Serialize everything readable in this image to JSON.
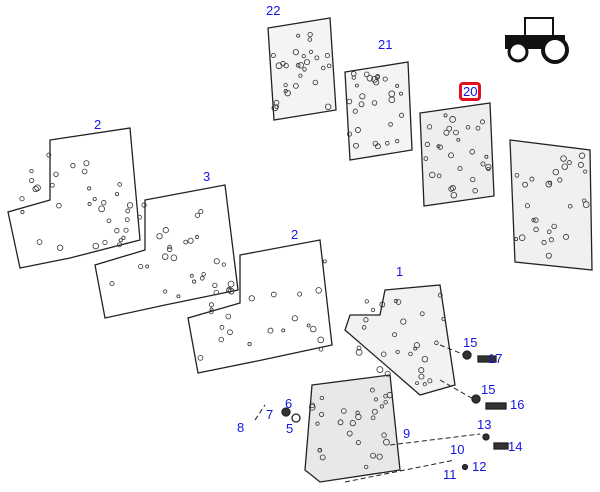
{
  "diagram": {
    "callouts": [
      {
        "id": "c22",
        "label": "22"
      },
      {
        "id": "c21",
        "label": "21"
      },
      {
        "id": "c20",
        "label": "20",
        "selected": true
      },
      {
        "id": "c2a",
        "label": "2"
      },
      {
        "id": "c3",
        "label": "3"
      },
      {
        "id": "c2b",
        "label": "2"
      },
      {
        "id": "c1",
        "label": "1"
      },
      {
        "id": "c15a",
        "label": "15"
      },
      {
        "id": "c17",
        "label": "17"
      },
      {
        "id": "c15b",
        "label": "15"
      },
      {
        "id": "c16",
        "label": "16"
      },
      {
        "id": "c13",
        "label": "13"
      },
      {
        "id": "c14",
        "label": "14"
      },
      {
        "id": "c10",
        "label": "10"
      },
      {
        "id": "c12",
        "label": "12"
      },
      {
        "id": "c11",
        "label": "11"
      },
      {
        "id": "c9",
        "label": "9"
      },
      {
        "id": "c6",
        "label": "6"
      },
      {
        "id": "c7",
        "label": "7"
      },
      {
        "id": "c5",
        "label": "5"
      },
      {
        "id": "c8",
        "label": "8"
      }
    ],
    "colors": {
      "callout": "#1414e6",
      "highlight": "#e01020",
      "line": "#222222"
    },
    "icons": [
      "tractor-icon"
    ]
  }
}
